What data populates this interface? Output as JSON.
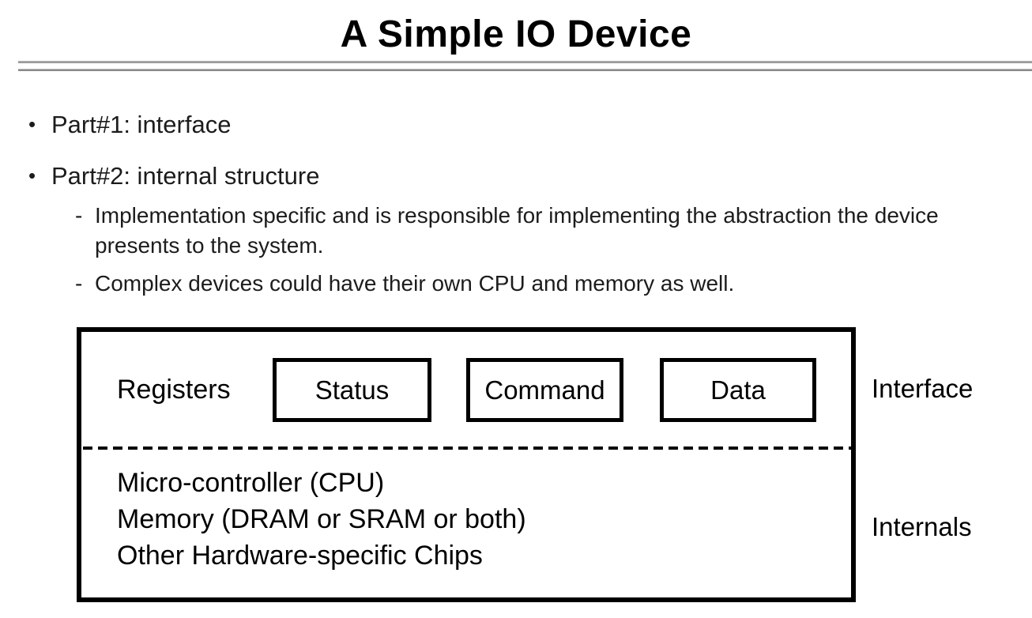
{
  "slide": {
    "title": "A Simple IO Device",
    "bullet_char": "•",
    "dash_char": "-",
    "bullets": [
      {
        "label": "Part#1: interface"
      },
      {
        "label": "Part#2: internal structure"
      }
    ],
    "sub_bullets": [
      "Implementation specific and is responsible for implementing the abstraction the device presents to the system.",
      "Complex devices could have their own CPU and memory as well."
    ]
  },
  "diagram": {
    "registers_label": "Registers",
    "register_boxes": [
      "Status",
      "Command",
      "Data"
    ],
    "internals_lines": [
      "Micro-controller (CPU)",
      "Memory (DRAM or SRAM or both)",
      "Other Hardware-specific Chips"
    ],
    "side_labels": {
      "top": "Interface",
      "bottom": "Internals"
    }
  },
  "colors": {
    "text": "#000000",
    "rule_light": "#a9a9a9",
    "rule_dark": "#8a8a8a",
    "box_border": "#000000"
  }
}
